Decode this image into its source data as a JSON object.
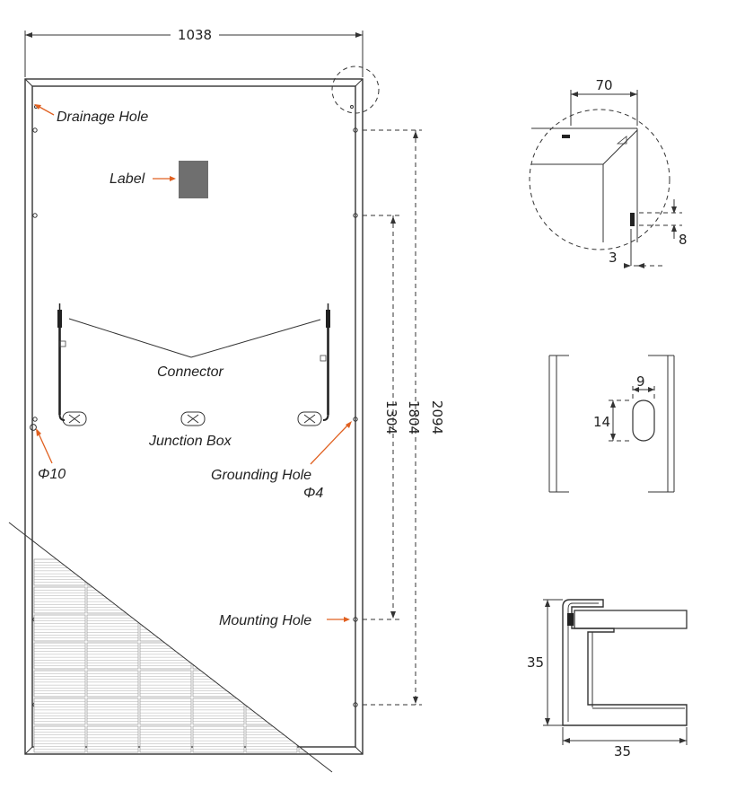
{
  "dimensions": {
    "width": "1038",
    "mounting_span": "1304",
    "grounding_span": "1804",
    "length": "2094",
    "corner_width": "70",
    "corner_depth": "8",
    "corner_thickness": "3",
    "slot_width": "9",
    "slot_height": "14",
    "profile_height": "35",
    "profile_width": "35"
  },
  "labels": {
    "drainage_hole": "Drainage Hole",
    "label": "Label",
    "connector": "Connector",
    "junction_box": "Junction Box",
    "phi10": "Φ10",
    "grounding_hole": "Grounding Hole",
    "phi4": "Φ4",
    "mounting_hole": "Mounting Hole"
  },
  "colors": {
    "accent_arrow": "#e06020",
    "label_fill": "#6f6f6f"
  }
}
